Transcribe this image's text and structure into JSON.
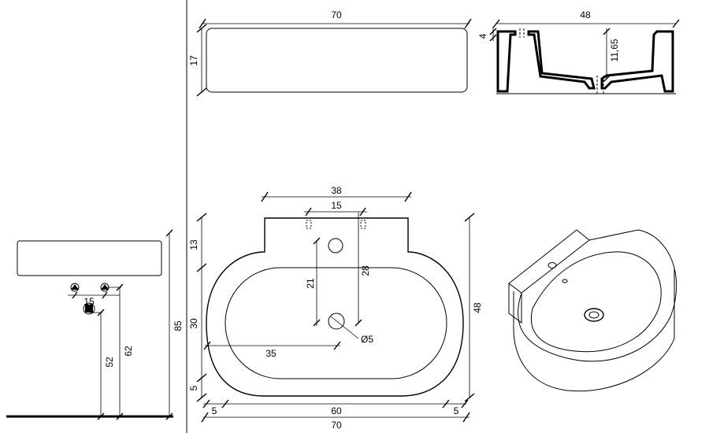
{
  "side_view": {
    "dim_width": "15",
    "dim_drain_height": "52",
    "dim_trap_height": "62",
    "dim_total_height": "85"
  },
  "front_view": {
    "dim_width": "70",
    "dim_height": "17"
  },
  "section_view": {
    "dim_depth": "48",
    "dim_rim": "4",
    "dim_basin_depth": "11,65"
  },
  "plan_view": {
    "dim_tap_width": "38",
    "dim_holes_spacing": "15",
    "dim_back_ledge": "13",
    "dim_tap_to_drain": "21",
    "dim_ledge_to_drain": "28",
    "dim_basin_depth": "30",
    "dim_front_margin": "5",
    "dim_overall_depth": "48",
    "dim_half_width": "35",
    "drain_diameter": "Ø5",
    "dim_left_margin": "5",
    "dim_basin_width": "60",
    "dim_right_margin": "5",
    "dim_overall_width": "70"
  }
}
